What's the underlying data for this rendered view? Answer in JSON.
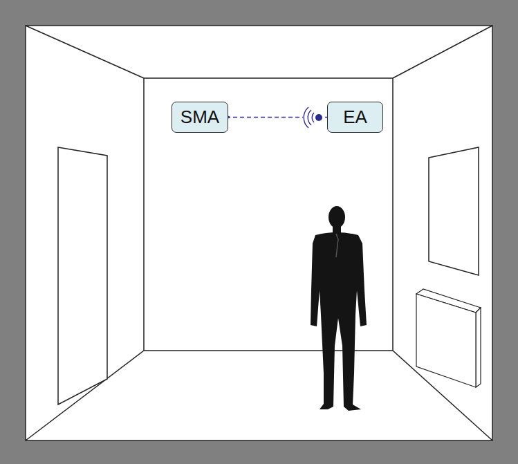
{
  "diagram": {
    "nodes": [
      {
        "text": [
          "SMA"
        ]
      },
      {
        "text": [
          "EA"
        ]
      }
    ],
    "edges": [
      {
        "from": 1,
        "to": 0,
        "arrow": "to"
      }
    ]
  }
}
